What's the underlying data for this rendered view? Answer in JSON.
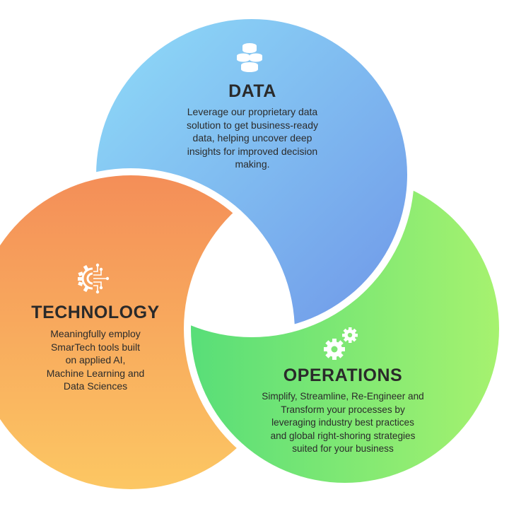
{
  "sections": {
    "data": {
      "title": "DATA",
      "icon": "database-icon",
      "color_start": "#8fdcf8",
      "color_end": "#6f97e8",
      "lines": [
        "Leverage our proprietary data",
        "solution to get business-ready",
        "data, helping uncover deep",
        "insights for improved decision",
        "making."
      ]
    },
    "technology": {
      "title": "TECHNOLOGY",
      "icon": "circuit-gear-icon",
      "color_start": "#f48e58",
      "color_end": "#fcc763",
      "lines": [
        "Meaningfully employ",
        "SmarTech tools built",
        "on applied AI,",
        "Machine Learning and",
        "Data Sciences"
      ]
    },
    "operations": {
      "title": "OPERATIONS",
      "icon": "gears-icon",
      "color_start": "#58de78",
      "color_end": "#a6f26f",
      "lines": [
        "Simplify, Streamline, Re-Engineer and",
        "Transform your processes by",
        "leveraging industry best practices",
        "and global right-shoring strategies",
        "suited for your business"
      ]
    }
  }
}
